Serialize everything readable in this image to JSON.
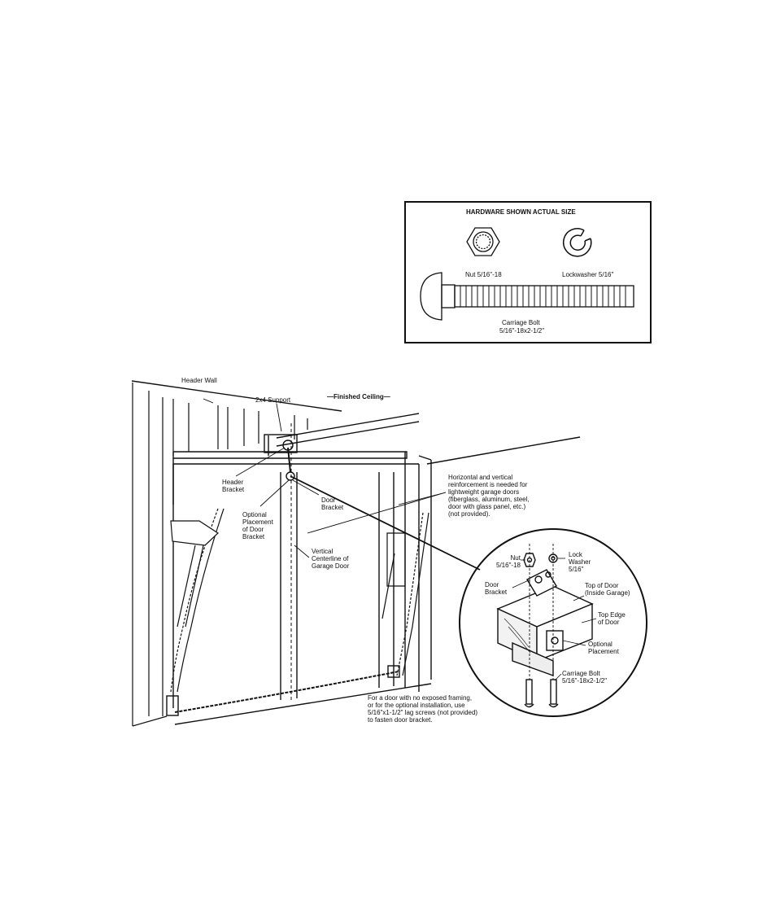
{
  "hardware_box": {
    "title": "HARDWARE SHOWN ACTUAL SIZE",
    "nut_label": "Nut  5/16\"-18",
    "lockwasher_label": "Lockwasher  5/16\"",
    "bolt_label_1": "Carriage Bolt",
    "bolt_label_2": "5/16\"-18x2-1/2\""
  },
  "diagram": {
    "header_wall": "Header Wall",
    "support": "2x4 Support",
    "finished_ceiling": "—Finished Ceiling—",
    "header_bracket": "Header\nBracket",
    "door_bracket": "Door\nBracket",
    "optional_placement": "Optional\nPlacement\nof Door\nBracket",
    "vertical_centerline": "Vertical\nCenterline of\nGarage Door",
    "reinforcement_note": "Horizontal and vertical\nreinforcement is needed for\nlightweight garage doors\n(fiberglass, aluminum, steel,\ndoor with glass panel, etc.)\n(not provided).",
    "no_framing_note": "For a door with no exposed framing,\nor for the optional installation, use\n5/16\"x1-1/2\" lag screws (not provided)\nto fasten door bracket."
  },
  "detail": {
    "nut": "Nut\n5/16\"-18",
    "lock_washer": "Lock\nWasher\n5/16\"",
    "door_bracket": "Door\nBracket",
    "top_of_door": "Top of Door\n(Inside Garage)",
    "top_edge": "Top Edge\nof Door",
    "optional_placement": "Optional\nPlacement",
    "carriage_bolt": "Carriage Bolt\n5/16\"-18x2-1/2\""
  }
}
